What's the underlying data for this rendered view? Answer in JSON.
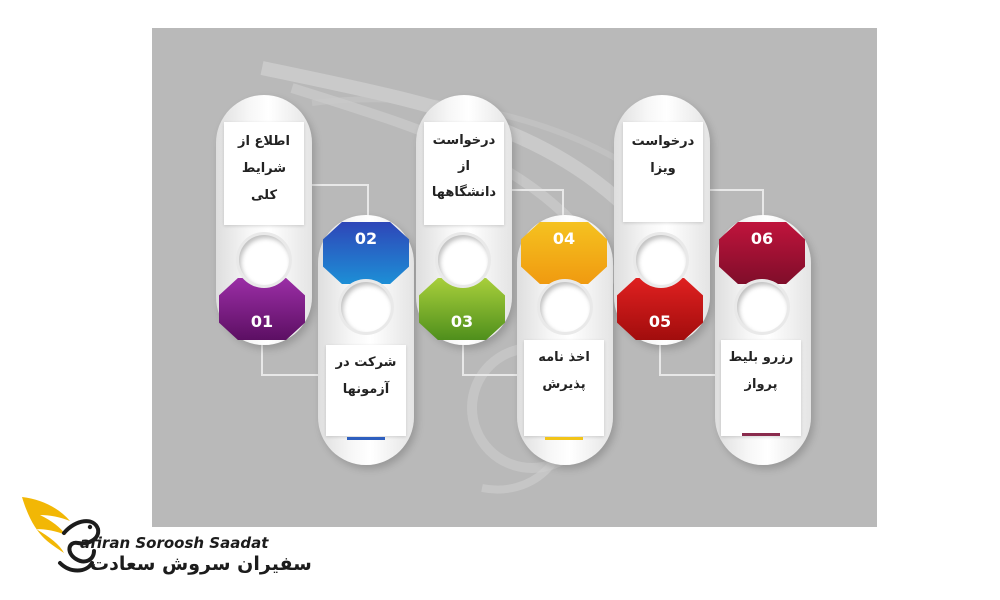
{
  "steps": [
    {
      "number": "01",
      "text": "اطلاع از\nشرایط\nکلی",
      "color_top": "#9b2ea6",
      "color_bottom": "#5c0f63"
    },
    {
      "number": "02",
      "text": "شرکت در\nآزمونها",
      "color_top": "#2e46b8",
      "color_bottom": "#1d8fd6"
    },
    {
      "number": "03",
      "text": "درخواست\nاز\nدانشگاهها",
      "color_top": "#a8cf3b",
      "color_bottom": "#4f8f1c"
    },
    {
      "number": "04",
      "text": "اخذ نامه\nپذیرش",
      "color_top": "#f5c220",
      "color_bottom": "#f09a10"
    },
    {
      "number": "05",
      "text": "درخواست\nویزا",
      "color_top": "#e02020",
      "color_bottom": "#a10d0d"
    },
    {
      "number": "06",
      "text": "رزرو بلیط\nپرواز",
      "color_top": "#c0143c",
      "color_bottom": "#7f0d2a"
    }
  ],
  "logo": {
    "name_en": "afiran Soroosh Saadat",
    "name_fa": "سفیران سروش سعادت",
    "gold": "#f2b705",
    "dark": "#1c1c1c"
  }
}
